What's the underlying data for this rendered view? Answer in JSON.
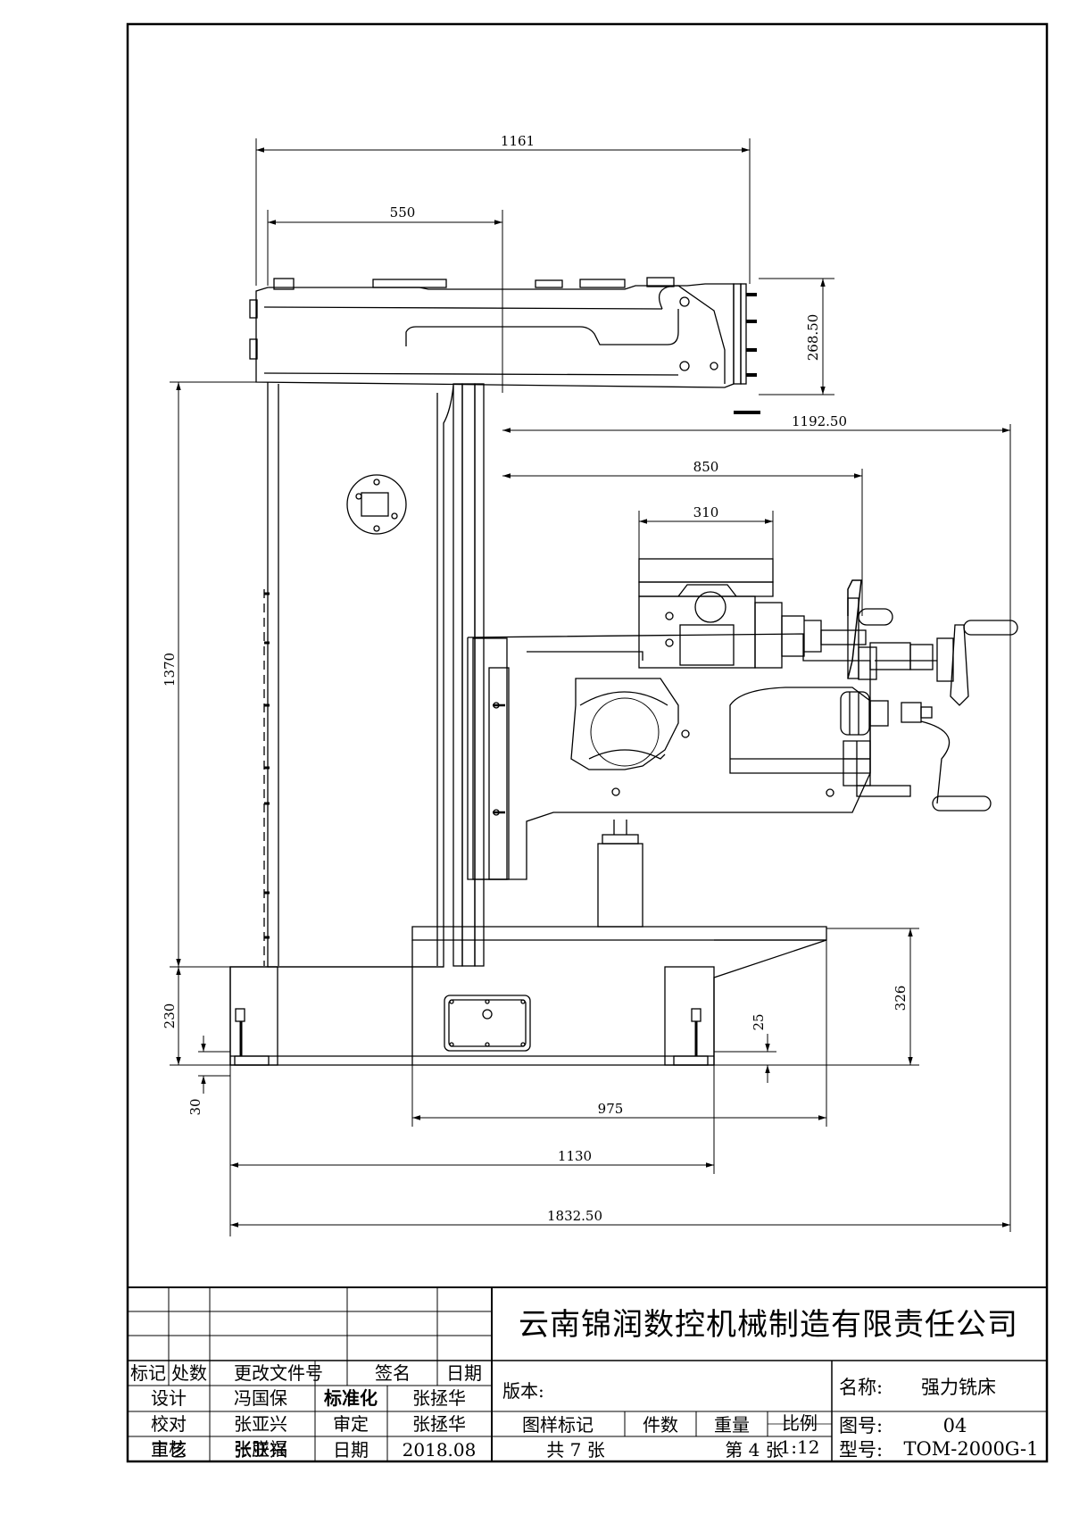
{
  "dimensions": {
    "d1161": "1161",
    "d550": "550",
    "d268": "268.50",
    "d1192": "1192.50",
    "d850": "850",
    "d310": "310",
    "d1370": "1370",
    "d230": "230",
    "d30": "30",
    "d25": "25",
    "d326": "326",
    "d975": "975",
    "d1130": "1130",
    "d1832": "1832.50"
  },
  "title_block": {
    "company": "云南锦润数控机械制造有限责任公司",
    "rev_headers": {
      "mark": "标记",
      "count": "处数",
      "doc_no": "更改文件号",
      "sign": "签名",
      "date": "日期"
    },
    "roles": {
      "design": "设计",
      "check": "校对",
      "review": "审核",
      "process": "工艺",
      "standard": "标准化",
      "approve": "审定",
      "date": "日期"
    },
    "people": {
      "designer": "冯国保",
      "standardizer": "张拯华",
      "checker": "张亚兴",
      "approver": "张拯华",
      "reviewer": "张朕福",
      "process": "张亚兴"
    },
    "date_value": "2018.08",
    "version_label": "版本:",
    "pattern_mark": "图样标记",
    "quantity": "件数",
    "weight": "重量",
    "scale_label": "比例",
    "scale_value": "1:12",
    "sheets_total": "共 7 张",
    "sheet_no": "第 4 张",
    "name_label": "名称:",
    "name_value": "强力铣床",
    "drawing_no_label": "图号:",
    "drawing_no_value": "04",
    "model_label": "型号:",
    "model_value": "TOM-2000G-1"
  }
}
